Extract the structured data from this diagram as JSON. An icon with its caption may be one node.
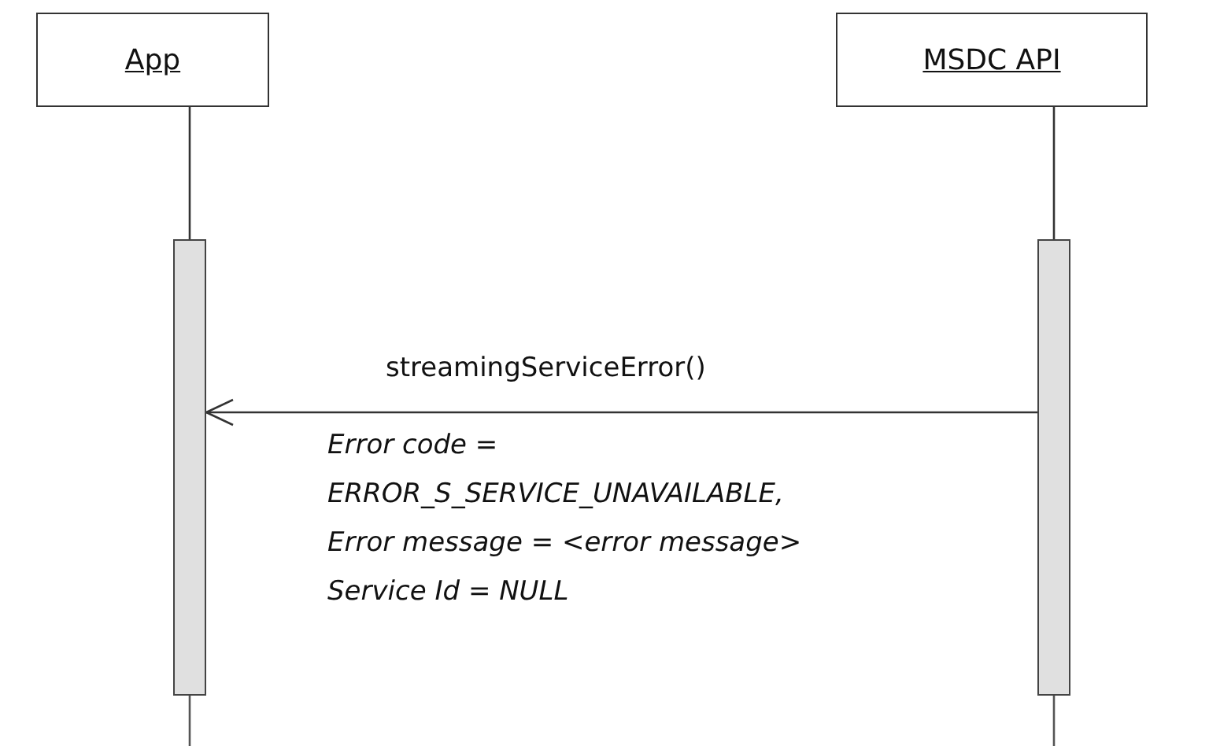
{
  "diagram": {
    "nodes": [
      {
        "text": [
          "App"
        ]
      },
      {
        "text": [
          "MSDC API"
        ]
      },
      {
        "text": [],
        "shape": "bar"
      },
      {
        "text": [],
        "shape": "bar"
      }
    ],
    "edges": [
      {
        "from": 0,
        "to": 2,
        "arrow": "none"
      },
      {
        "from": 1,
        "to": 3,
        "arrow": "none"
      },
      {
        "from": 3,
        "to": 2,
        "arrow": "to",
        "label": "streamingServiceError()"
      }
    ],
    "labels": [
      "Error code = ERROR_S_SERVICE_UNAVAILABLE,",
      "Error message = <error message>",
      "Service Id = NULL"
    ]
  }
}
